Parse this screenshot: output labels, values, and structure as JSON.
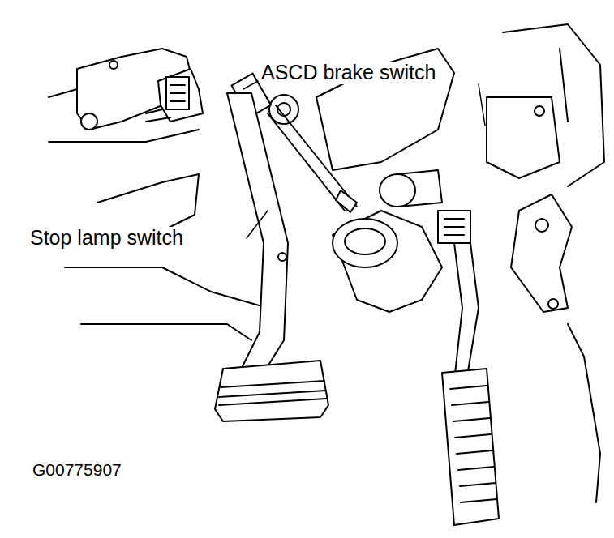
{
  "diagram": {
    "labels": [
      "ASCD brake switch",
      "Stop lamp switch",
      "G00775907"
    ]
  }
}
